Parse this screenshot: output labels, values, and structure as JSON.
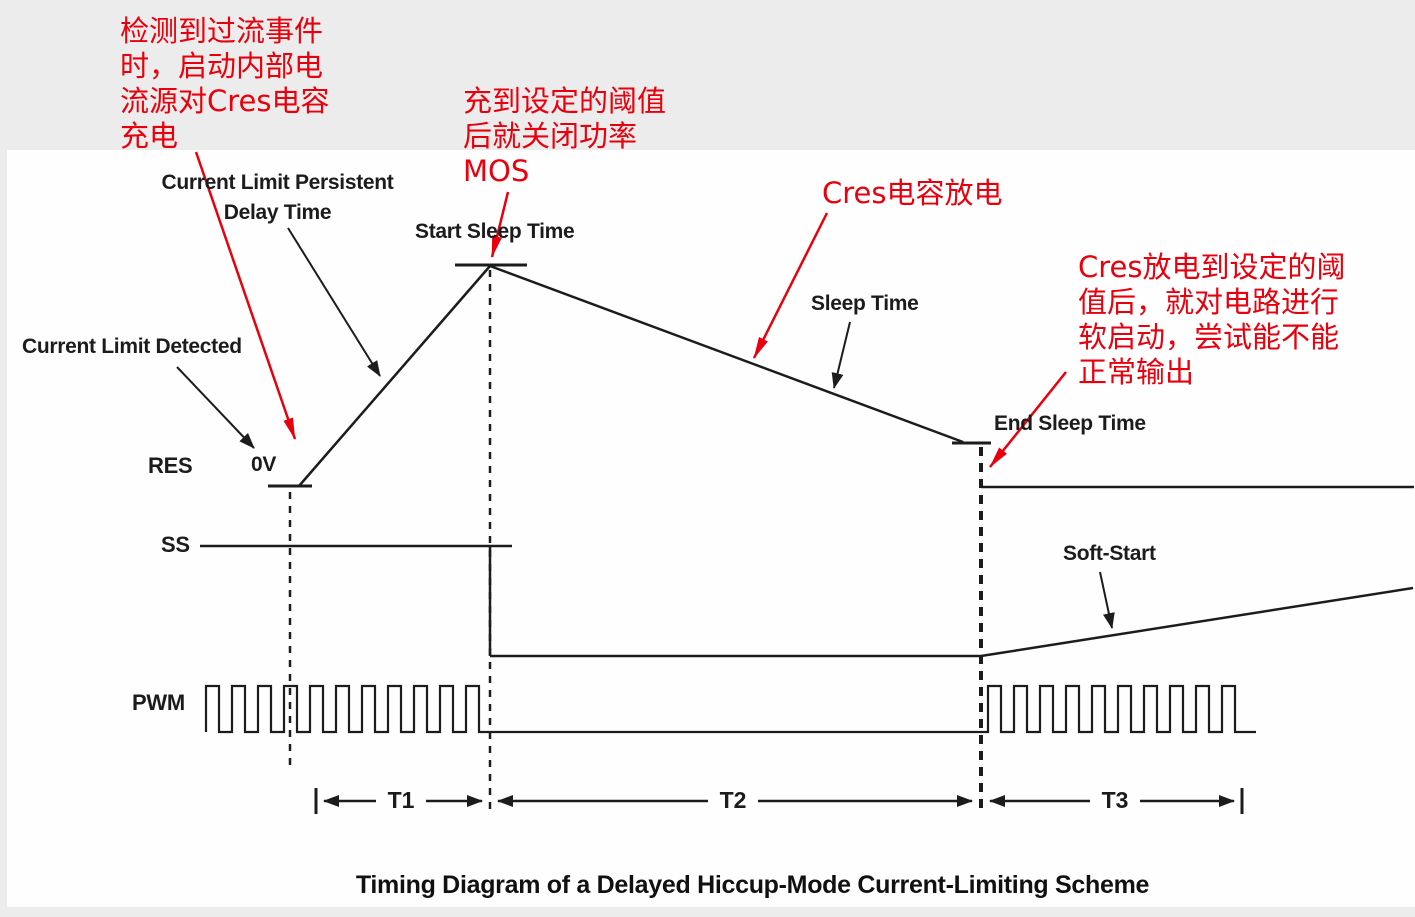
{
  "colors": {
    "annotation_red": "#e8000d",
    "ink": "#1c1c1c",
    "paper": "#fefefe",
    "bg": "#ececec"
  },
  "annotations": {
    "charge": "检测到过流事件\n时，启动内部电\n流源对Cres电容\n充电",
    "threshold_off": "充到设定的阈值\n后就关闭功率\nMOS",
    "discharge": "Cres电容放电",
    "soft_start": "Cres放电到设定的阈\n值后，就对电路进行\n软启动，尝试能不能\n正常输出"
  },
  "labels": {
    "current_limit_persistent": "Current Limit Persistent\nDelay Time",
    "start_sleep_time": "Start Sleep Time",
    "sleep_time": "Sleep Time",
    "current_limit_detected": "Current Limit Detected",
    "end_sleep_time": "End Sleep Time",
    "soft_start": "Soft-Start",
    "zero_v": "0V"
  },
  "signals": {
    "res": "RES",
    "ss": "SS",
    "pwm": "PWM"
  },
  "time_markers": {
    "t1": "T1",
    "t2": "T2",
    "t3": "T3"
  },
  "title": "Timing Diagram of a Delayed Hiccup-Mode Current-Limiting Scheme"
}
